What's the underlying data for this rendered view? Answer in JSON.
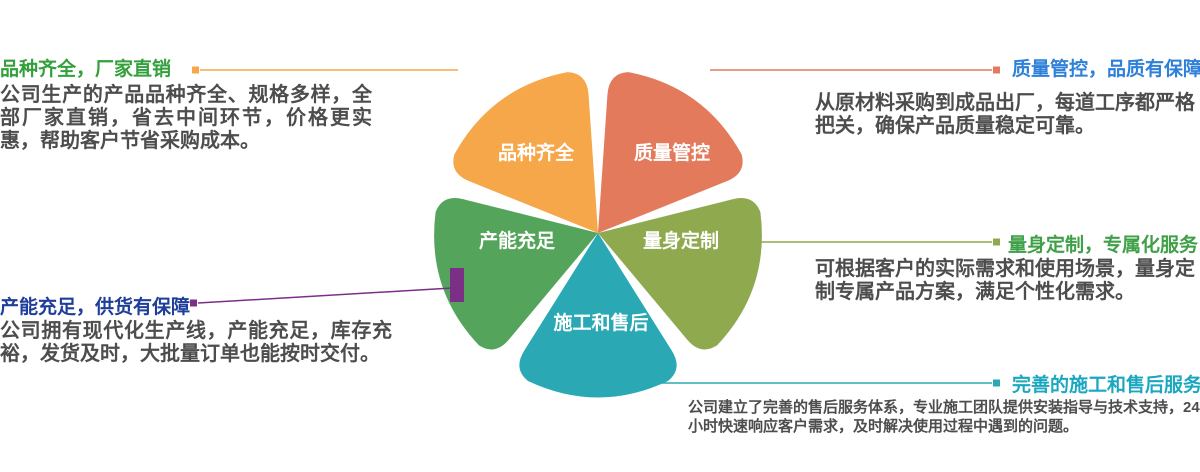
{
  "diagram": {
    "petals": [
      {
        "id": "variety",
        "label": "品种齐全",
        "color": "#F6A74A"
      },
      {
        "id": "quality",
        "label": "质量管控",
        "color": "#E37A5B"
      },
      {
        "id": "custom",
        "label": "量身定制",
        "color": "#8FA94F"
      },
      {
        "id": "service",
        "label": "施工和售后",
        "color": "#2AA9B4"
      },
      {
        "id": "capacity",
        "label": "产能充足",
        "color": "#55A45C"
      }
    ],
    "marker_color": "#7B2F87"
  },
  "callouts": {
    "top_left": {
      "title": "品种齐全，厂家直销",
      "accent": "#33A03C",
      "line_color": "#F6A74A",
      "body": "公司生产的产品品种齐全、规格多样，全部厂家直销，省去中间环节，价格更实惠，帮助客户节省采购成本。"
    },
    "top_right": {
      "title": "质量管控，品质有保障",
      "accent": "#2F80D9",
      "line_color": "#E37A5B",
      "body": "从原材料采购到成品出厂，每道工序都严格把关，确保产品质量稳定可靠。"
    },
    "mid_left": {
      "title": "产能充足，供货有保障",
      "accent": "#1F3E99",
      "line_color": "#7B2F87",
      "body": "公司拥有现代化生产线，产能充足，库存充裕，发货及时，大批量订单也能按时交付。"
    },
    "mid_right": {
      "title": "量身定制，专属化服务",
      "accent": "#3FA048",
      "line_color": "#8FA94F",
      "body": "可根据客户的实际需求和使用场景，量身定制专属产品方案，满足个性化需求。"
    },
    "bottom_right": {
      "title": "完善的施工和售后服务",
      "accent": "#1BA7C0",
      "line_color": "#2AA9B4"
    },
    "bottom_note": {
      "line1": "公司建立了完善的售后服务体系，专业施工团队提供安装指导与技术支持，24",
      "line2": "小时快速响应客户需求，及时解决使用过程中遇到的问题。"
    }
  }
}
